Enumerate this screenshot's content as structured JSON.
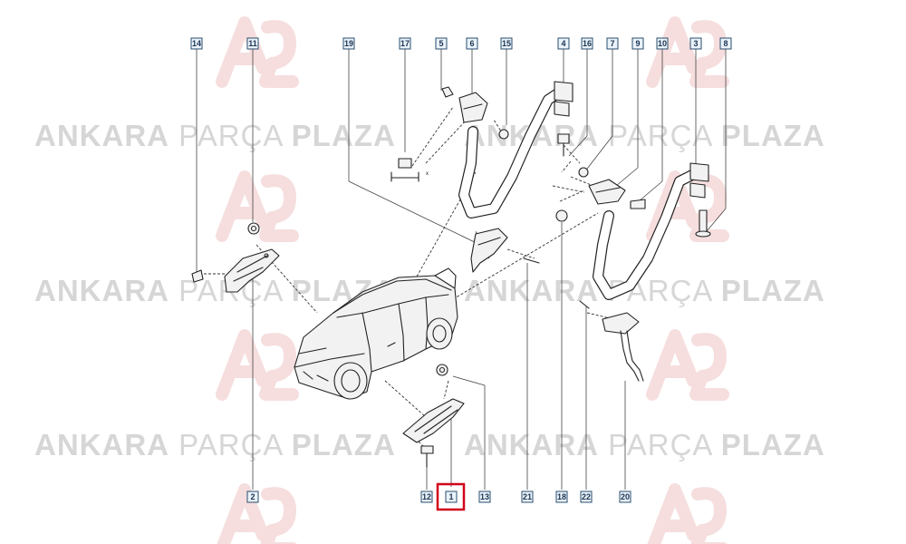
{
  "watermark": {
    "word1": "ANKARA",
    "word2": "PARÇA",
    "word3": "PLAZA"
  },
  "callouts": [
    {
      "id": "c14",
      "label": "14"
    },
    {
      "id": "c11",
      "label": "11"
    },
    {
      "id": "c19",
      "label": "19"
    },
    {
      "id": "c17",
      "label": "17"
    },
    {
      "id": "c5",
      "label": "5"
    },
    {
      "id": "c6",
      "label": "6"
    },
    {
      "id": "c15",
      "label": "15"
    },
    {
      "id": "c4",
      "label": "4"
    },
    {
      "id": "c16",
      "label": "16"
    },
    {
      "id": "c7",
      "label": "7"
    },
    {
      "id": "c9",
      "label": "9"
    },
    {
      "id": "c10",
      "label": "10"
    },
    {
      "id": "c3",
      "label": "3"
    },
    {
      "id": "c8",
      "label": "8"
    },
    {
      "id": "c2",
      "label": "2"
    },
    {
      "id": "c12",
      "label": "12"
    },
    {
      "id": "c1",
      "label": "1",
      "highlighted": true
    },
    {
      "id": "c13",
      "label": "13"
    },
    {
      "id": "c21",
      "label": "21"
    },
    {
      "id": "c18",
      "label": "18"
    },
    {
      "id": "c22",
      "label": "22"
    },
    {
      "id": "c20",
      "label": "20"
    }
  ],
  "dimension_mark": "x",
  "colors": {
    "highlight": "#d0001b",
    "callout_fill": "#eaf3fb",
    "callout_border": "#2a4d6e",
    "watermark_text": "#d6d6d6",
    "watermark_logo": "#f6dede"
  }
}
